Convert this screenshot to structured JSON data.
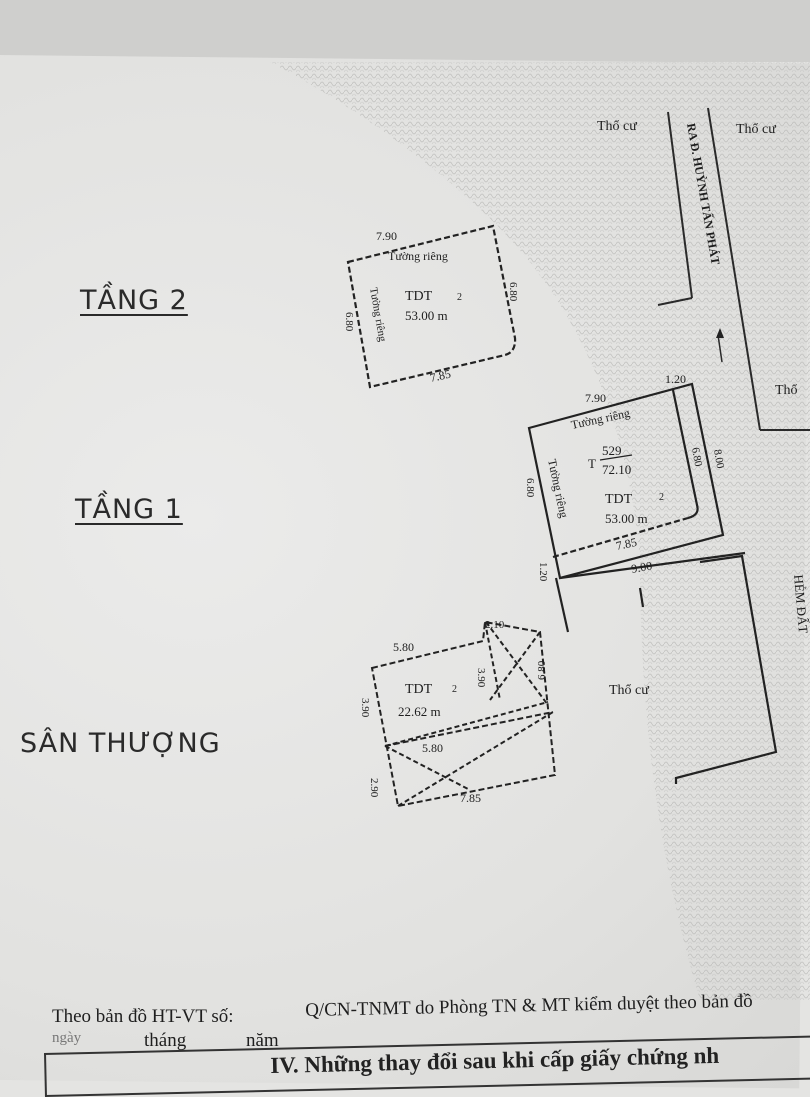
{
  "floors": {
    "tang2": {
      "title": "TẦNG 2",
      "top_dim": "7.90",
      "top_wall": "Tường riêng",
      "right_dim": "6.80",
      "left_dim": "6.80",
      "left_wall": "Tường riêng",
      "bottom_dim": "7.85",
      "area_label": "TDT",
      "area_value": "53.00 m",
      "area_unit_sup": "2"
    },
    "tang1": {
      "title": "TẦNG 1",
      "top_dim": "7.90",
      "corner_dim": "1.20",
      "top_wall": "Tường riêng",
      "parcel_prefix": "T",
      "parcel_number": "529",
      "parcel_area": "72.10",
      "right_inner_dim": "6.80",
      "right_outer_dim": "8.00",
      "left_dim": "6.80",
      "left_wall": "Tường riêng",
      "area_label": "TDT",
      "area_value": "53.00 m",
      "area_unit_sup": "2",
      "bottom_dim": "7.85",
      "lower_left_dim": "1.20",
      "lower_dim": "9.00"
    },
    "san_thuong": {
      "title": "SÂN THƯỢNG",
      "top_dim": "5.80",
      "top_right_dim": "2.10",
      "area_label": "TDT",
      "area_value": "22.62 m",
      "area_unit_sup": "2",
      "inner_right_dim": "3.90",
      "right_dim": "6.80",
      "left_dim": "3.90",
      "mid_dim": "5.80",
      "lower_left_dim": "2.90",
      "bottom_dim": "7.85"
    }
  },
  "surroundings": {
    "tho_cu_1": "Thổ cư",
    "tho_cu_2": "Thổ cư",
    "tho_cu_3": "Thổ",
    "tho_cu_4": "Thổ cư",
    "road": "RA Đ. HUỲNH TẤN PHÁT",
    "alley": "HẺM ĐẤT"
  },
  "footer": {
    "line1_prefix": "Theo bản đồ HT-VT số:",
    "line1_rest": "Q/CN-TNMT do Phòng TN & MT kiểm duyệt theo bản đồ",
    "line2_date": "ngày",
    "line2_month": "tháng",
    "line2_year": "năm",
    "section_title": "IV. Những thay đổi sau khi cấp giấy chứng nh"
  }
}
